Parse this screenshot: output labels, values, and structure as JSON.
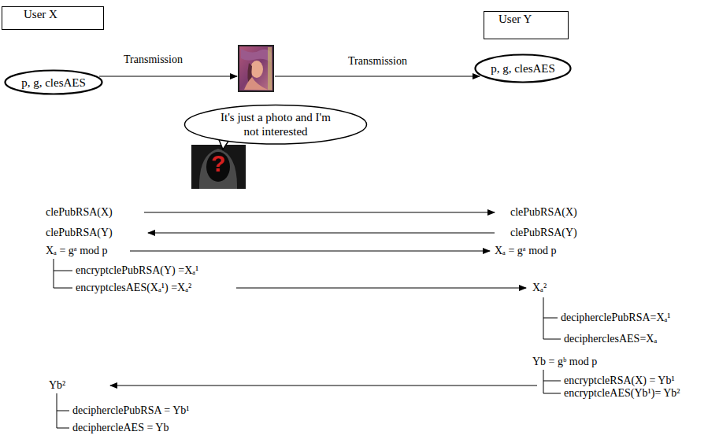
{
  "diagram": {
    "nodes": [
      {
        "text": [
          "User X"
        ]
      },
      {
        "text": [
          "User Y"
        ]
      },
      {
        "text": [
          "p, g, clesAES"
        ]
      },
      {
        "text": [
          "p, g, clesAES"
        ]
      },
      {
        "text": [
          "It's just a photo and I'm not interested"
        ]
      }
    ],
    "labels": [
      "Transmission",
      "Transmission",
      "?",
      "clePubRSA(X)",
      "clePubRSA(X)",
      "clePubRSA(Y)",
      "clePubRSA(Y)",
      "Xₐ = gᵃ mod p",
      "Xₐ = gᵃ mod p",
      "encryptclePubRSA(Y) =Xₐ¹",
      "encryptclesAES(Xₐ¹) =Xₐ²",
      "Xₐ²",
      "decipherclePubRSA=Xₐ¹",
      "decipherclesAES=Xₐ",
      "Yb = gᵇ mod p",
      "encryptcleRSA(X) = Yb¹",
      "encryptcleAES(Yb¹)= Yb²",
      "Yb²",
      "decipherclePubRSA = Yb¹",
      "deciphercleAES = Yb"
    ]
  }
}
